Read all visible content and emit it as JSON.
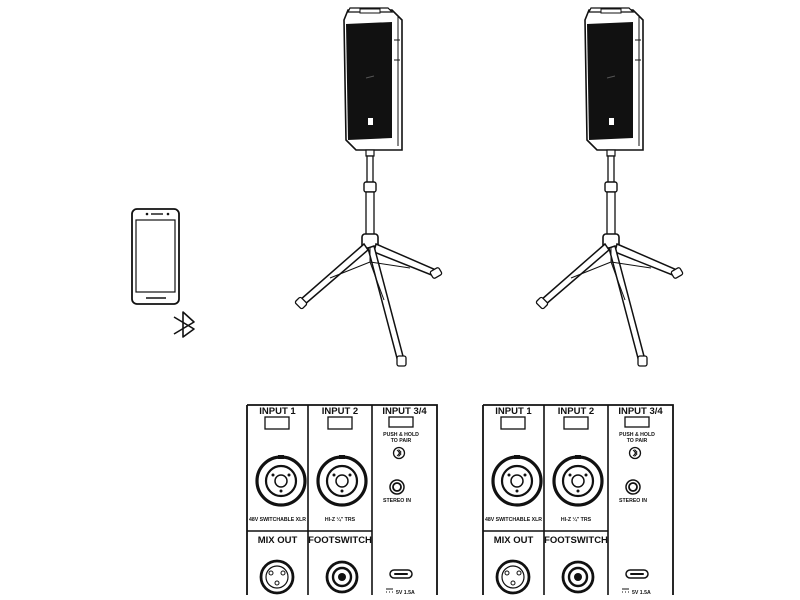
{
  "panels": [
    {
      "input1": "INPUT 1",
      "input2": "INPUT 2",
      "input34": "INPUT 3/4",
      "push_hold": [
        "PUSH & HOLD",
        "TO PAIR"
      ],
      "xlr_label": "48V SWITCHABLE XLR",
      "trs_label": "HI-Z ¼\" TRS",
      "stereo_in": "STEREO IN",
      "mix_out": "MIX OUT",
      "footswitch": "FOOTSWITCH",
      "usb_label": "5V 1.5A"
    },
    {
      "input1": "INPUT 1",
      "input2": "INPUT 2",
      "input34": "INPUT 3/4",
      "push_hold": [
        "PUSH & HOLD",
        "TO PAIR"
      ],
      "xlr_label": "48V SWITCHABLE XLR",
      "trs_label": "HI-Z ¼\" TRS",
      "stereo_in": "STEREO IN",
      "mix_out": "MIX OUT",
      "footswitch": "FOOTSWITCH",
      "usb_label": "5V 1.5A"
    }
  ],
  "icons": {
    "phone": "smartphone-icon",
    "bluetooth": "bluetooth-icon"
  }
}
